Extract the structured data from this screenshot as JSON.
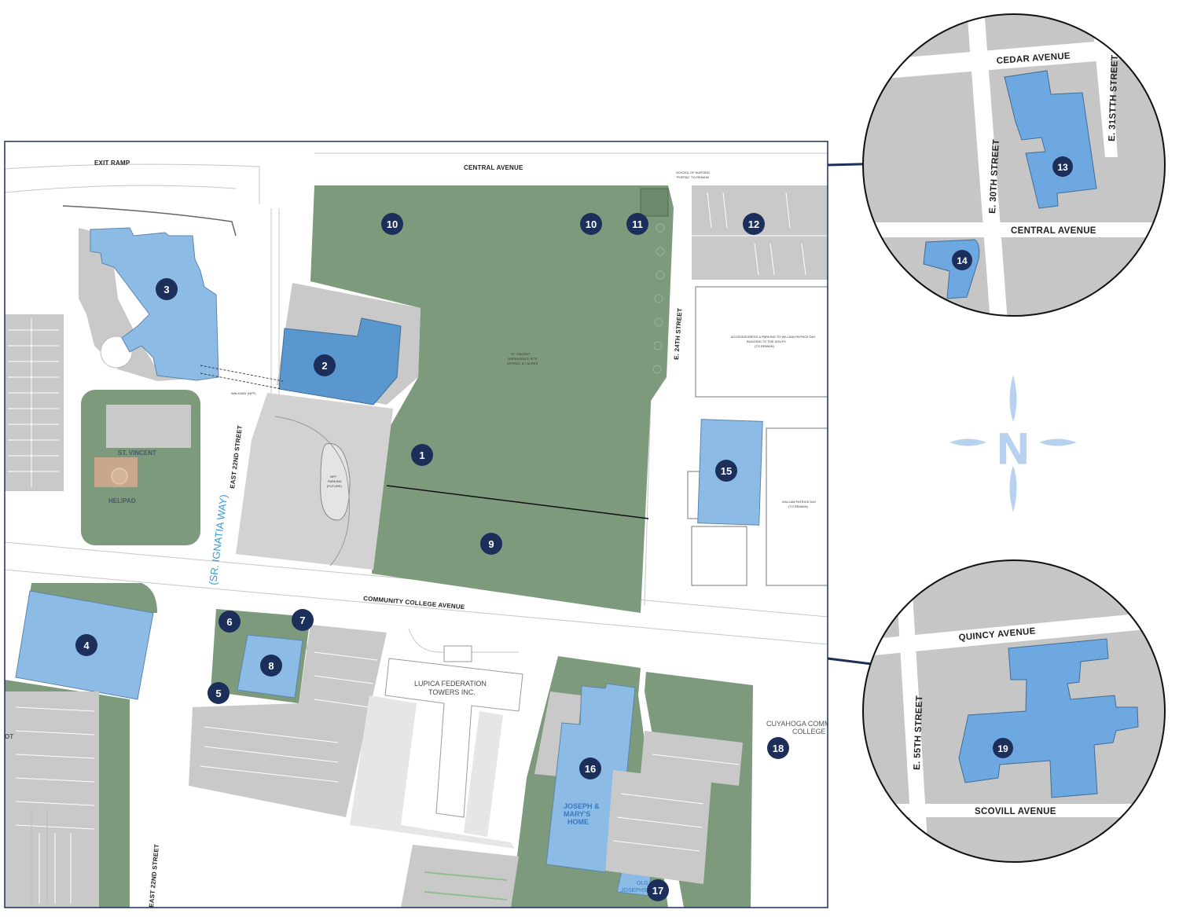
{
  "colors": {
    "green": "#7d9a7c",
    "road": "#ffffff",
    "lot": "#c9c9c9",
    "building_light": "#8cbce6",
    "building_mid": "#5b97cf",
    "marker": "#1c2e5a",
    "frame": "#1c2e5a",
    "compass": "#b6d2ee",
    "inset_bg": "#c6c6c6"
  },
  "streets": {
    "exit_ramp": "EXIT RAMP",
    "central_avenue": "CENTRAL AVENUE",
    "east_22nd_street_upper": "EAST 22ND STREET",
    "east_22nd_street_lower": "EAST 22ND STREET",
    "sr_ignatia_way": "(SR. IGNATIA WAY)",
    "e_24th_street": "E. 24TH STREET",
    "community_college_avenue": "COMMUNITY COLLEGE AVENUE"
  },
  "labels": {
    "st_vincent": "ST. VINCENT",
    "helipad": "HELIPAD",
    "lupica_line1": "LUPICA FEDERATION",
    "lupica_line2": "TOWERS INC.",
    "joseph_line1": "JOSEPH &",
    "joseph_line2": "MARY'S",
    "joseph_line3": "HOME",
    "old_josephs_line1": "OLD",
    "old_josephs_line2": "JOSEPHS",
    "cuyahoga_line1": "CUYAHOGA COMM",
    "cuyahoga_line2": "COLLEGE",
    "lot_fragment": "OT",
    "school_of_nursing_line1": "SCHOOL OF NURSING",
    "school_of_nursing_line2": "\"PORTAL\" TO REMAIN",
    "walkway": "WALKWAY (NFP)",
    "nfp_parking_line1": "NFP",
    "nfp_parking_line2": "PARKING",
    "nfp_parking_line3": "(FUTURE)",
    "greenspace_line1": "ST. VINCENT",
    "greenspace_line2": "GREENSPACE SITE",
    "greenspace_line3": "APPROX. 8.7 ACRES",
    "william_patrick_day_line1": "WILLIAM PATRICK DAY",
    "william_patrick_day_line2": "(TO REMAIN)",
    "access_line1": "ACCESS/EGRESS & PARKING TO WILLIAM PATRICK DAY",
    "access_line2": "BUILDING TO THE SOUTH",
    "access_line3": "(TO REMAIN)"
  },
  "inset_top": {
    "cedar_avenue": "CEDAR AVENUE",
    "e_31st_street": "E. 31STTH STREET",
    "e_30th_street": "E. 30TH STREET",
    "central_avenue": "CENTRAL AVENUE"
  },
  "inset_bottom": {
    "quincy_avenue": "QUINCY AVENUE",
    "e_55th_street": "E. 55TH STREET",
    "scovill_avenue": "SCOVILL AVENUE"
  },
  "compass": {
    "letter": "N",
    "icon": "compass-rose-icon"
  },
  "markers": [
    "1",
    "2",
    "3",
    "4",
    "5",
    "6",
    "7",
    "8",
    "9",
    "10",
    "10",
    "11",
    "12",
    "13",
    "14",
    "15",
    "16",
    "17",
    "18",
    "19"
  ]
}
